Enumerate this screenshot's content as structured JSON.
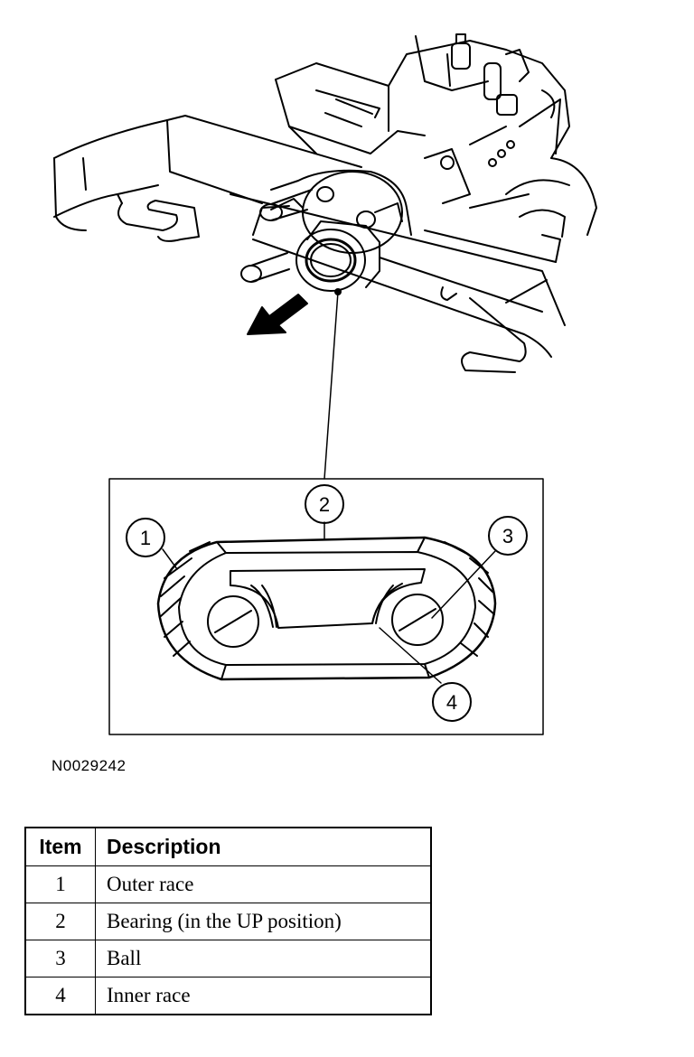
{
  "callouts": [
    "1",
    "2",
    "3",
    "4"
  ],
  "figure_id": "N0029242",
  "legend": {
    "headers": [
      "Item",
      "Description"
    ],
    "rows": [
      {
        "item": "1",
        "description": "Outer race"
      },
      {
        "item": "2",
        "description": "Bearing (in the UP position)"
      },
      {
        "item": "3",
        "description": "Ball"
      },
      {
        "item": "4",
        "description": "Inner race"
      }
    ]
  }
}
